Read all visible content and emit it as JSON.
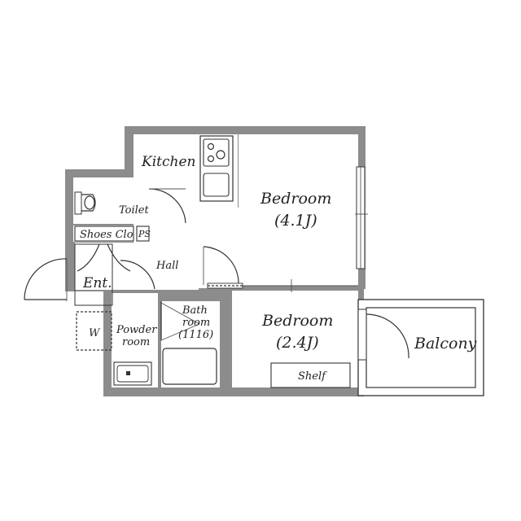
{
  "rooms": {
    "kitchen": "Kitchen",
    "toilet": "Toilet",
    "shoes": "Shoes Clo",
    "ps": "PS",
    "hall": "Hall",
    "entrance": "Ent.",
    "washer": "W",
    "powder_line1": "Powder",
    "powder_line2": "room",
    "bath_line1": "Bath",
    "bath_line2": "room",
    "bath_line3": "(1116)",
    "bedroom1_name": "Bedroom",
    "bedroom1_size": "(4.1J)",
    "bedroom2_name": "Bedroom",
    "bedroom2_size": "(2.4J)",
    "shelf": "Shelf",
    "balcony": "Balcony"
  }
}
